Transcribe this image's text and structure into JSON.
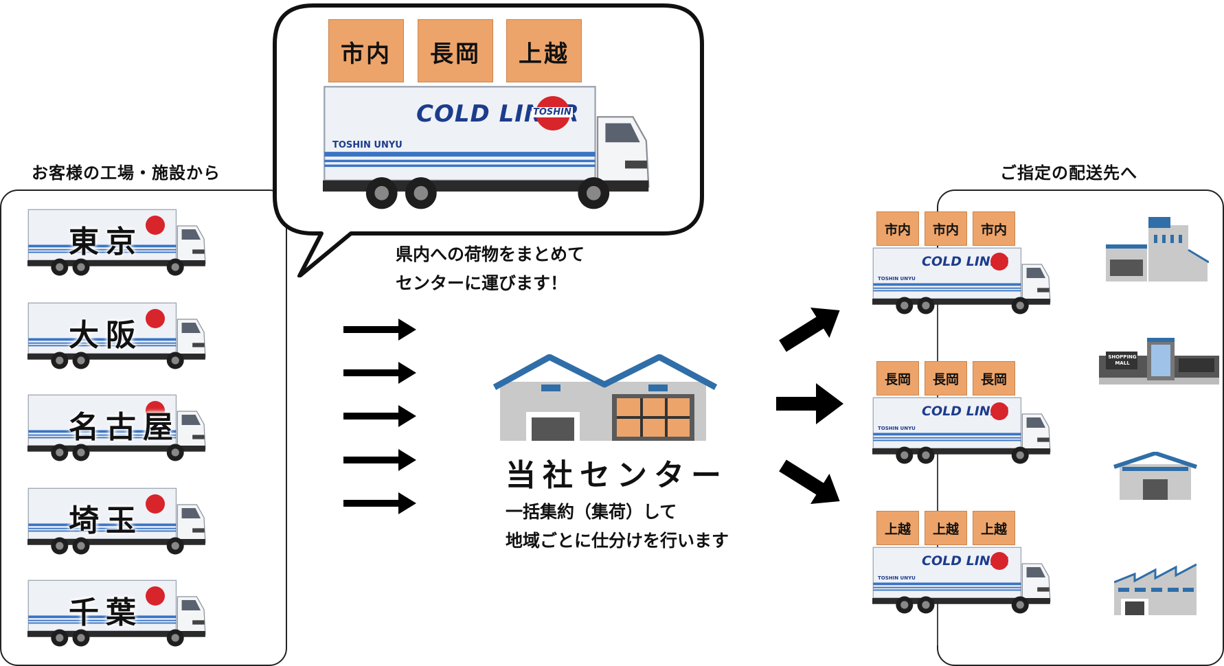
{
  "headings": {
    "source": "お客様の工場・施設から",
    "destination": "ご指定の配送先へ"
  },
  "origins": [
    "東京",
    "大阪",
    "名古屋",
    "埼玉",
    "千葉"
  ],
  "bubble": {
    "boxes": [
      "市内",
      "長岡",
      "上越"
    ],
    "truck_brand": "COLD LINER",
    "truck_logo": "TOSHIN",
    "truck_company": "TOSHIN UNYU",
    "caption_line1": "県内への荷物をまとめて",
    "caption_line2": "センターに運びます！"
  },
  "center": {
    "title": "当社センター",
    "desc_line1": "一括集約（集荷）して",
    "desc_line2": "地域ごとに仕分けを行います"
  },
  "routes": [
    {
      "box": "市内",
      "count": 3
    },
    {
      "box": "長岡",
      "count": 3
    },
    {
      "box": "上越",
      "count": 3
    }
  ],
  "destination_icons": [
    "office-building-icon",
    "shopping-mall-icon",
    "warehouse-icon",
    "factory-icon"
  ],
  "mall_sign": [
    "SHOPPING",
    "MALL"
  ],
  "colors": {
    "box": "#eda46a",
    "stripe": "#3a74c4",
    "roof": "#2f6ea8",
    "wall": "#c9c9c9",
    "logo_red": "#d8242b",
    "brand_blue": "#1c3c8c"
  }
}
